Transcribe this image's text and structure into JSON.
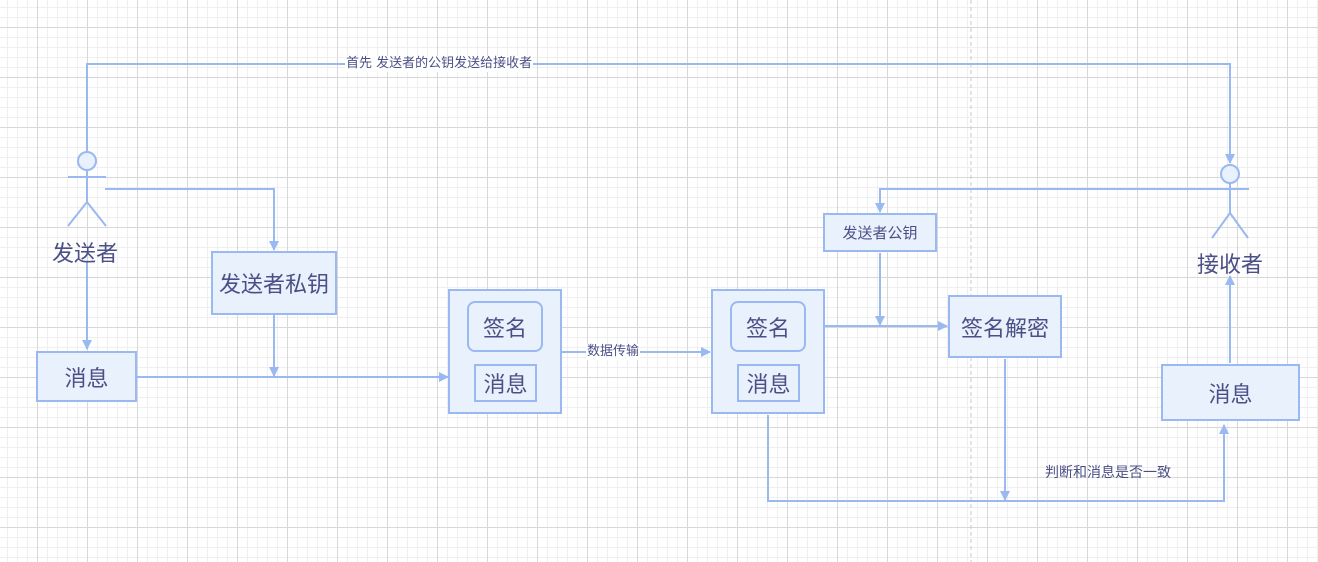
{
  "diagram": {
    "type": "flowchart",
    "title": "",
    "colors": {
      "stroke": "#9ab8f2",
      "fill": "#e9f1fc",
      "text": "#4a4f86"
    },
    "actors": {
      "sender": "发送者",
      "receiver": "接收者"
    },
    "nodes": {
      "sender_private_key": "发送者私钥",
      "sender_message": "消息",
      "bundle1_signature": "签名",
      "bundle1_message": "消息",
      "bundle2_signature": "签名",
      "bundle2_message": "消息",
      "sender_public_key": "发送者公钥",
      "signature_decrypt": "签名解密",
      "receiver_message": "消息"
    },
    "edge_labels": {
      "send_public_key": "首先 发送者的公钥发送给接收者",
      "data_transfer": "数据传输",
      "compare": "判断和消息是否一致"
    }
  }
}
